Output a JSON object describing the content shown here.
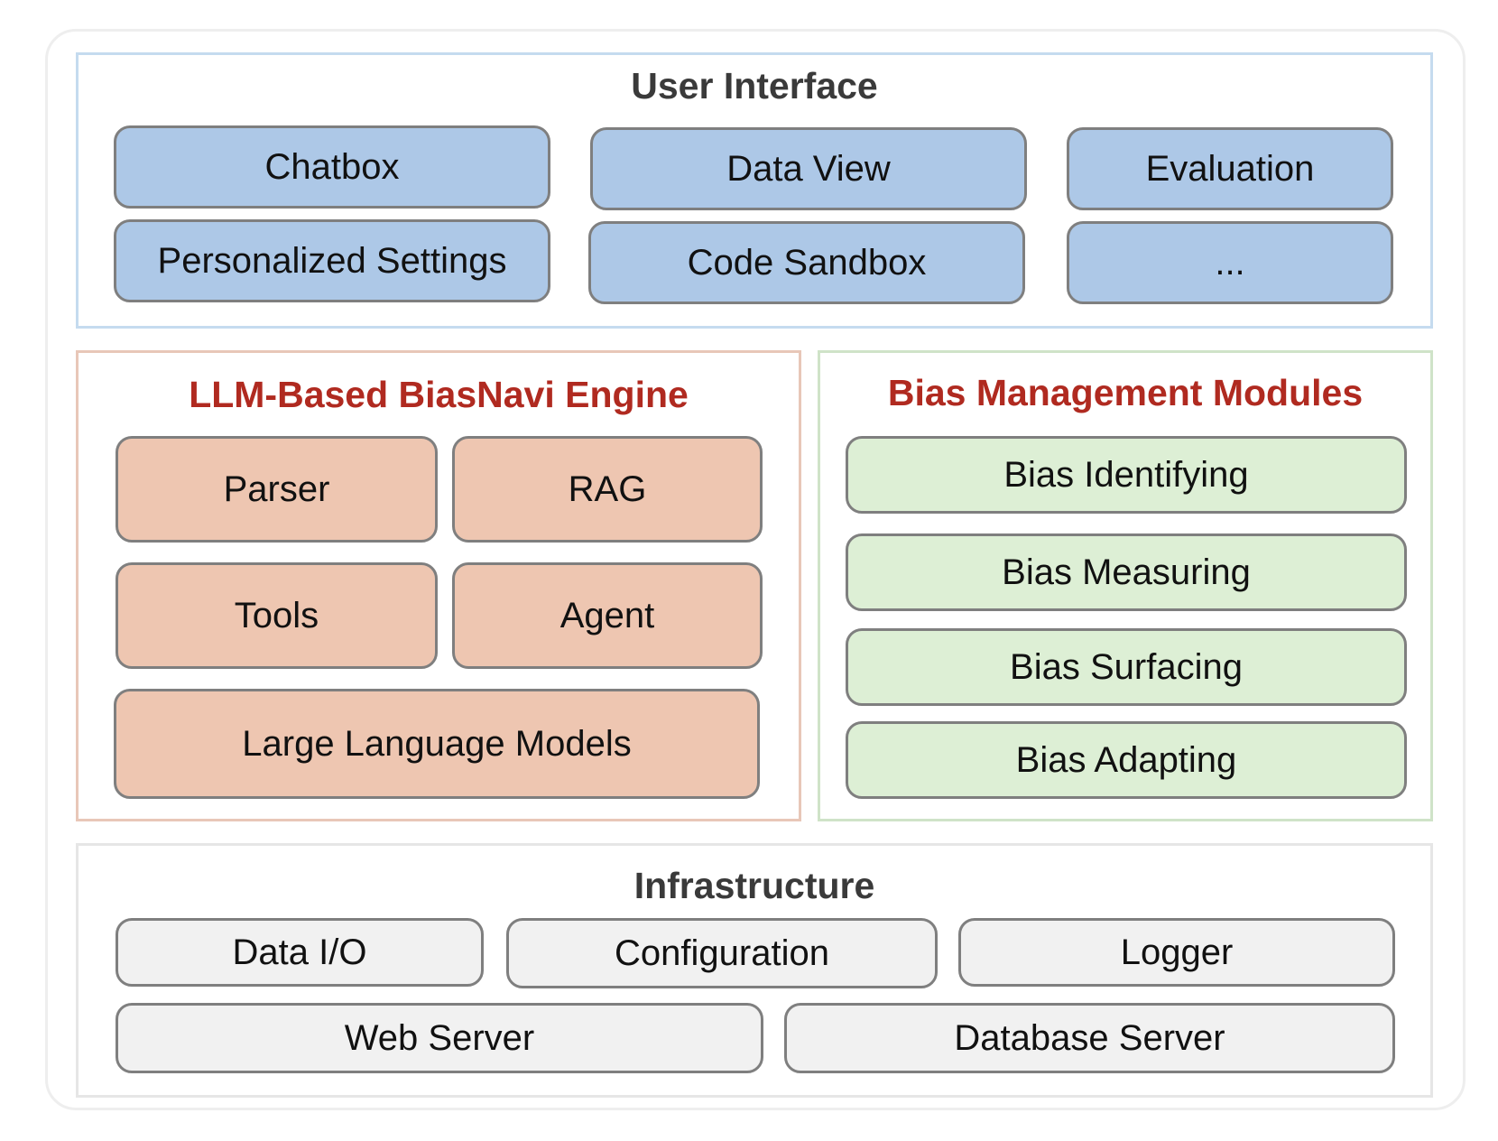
{
  "colors": {
    "ui_border": "#c5dbef",
    "engine_border": "#e8c7b8",
    "bias_border": "#cfe3c8",
    "infra_border": "#e6e6e6",
    "title_dark": "#3a3a3a",
    "title_red": "#b02a20",
    "box_blue": "#adc8e7",
    "box_peach": "#eec6b1",
    "box_green": "#ddefd5",
    "box_grey": "#f1f1f1"
  },
  "user_interface": {
    "title": "User Interface",
    "items": [
      "Chatbox",
      "Data View",
      "Evaluation",
      "Personalized Settings",
      "Code Sandbox",
      "..."
    ]
  },
  "engine": {
    "title": "LLM-Based BiasNavi Engine",
    "items": [
      "Parser",
      "RAG",
      "Tools",
      "Agent",
      "Large Language Models"
    ]
  },
  "bias_modules": {
    "title": "Bias Management Modules",
    "items": [
      "Bias Identifying",
      "Bias Measuring",
      "Bias Surfacing",
      "Bias Adapting"
    ]
  },
  "infrastructure": {
    "title": "Infrastructure",
    "items": [
      "Data I/O",
      "Configuration",
      "Logger",
      "Web Server",
      "Database Server"
    ]
  }
}
